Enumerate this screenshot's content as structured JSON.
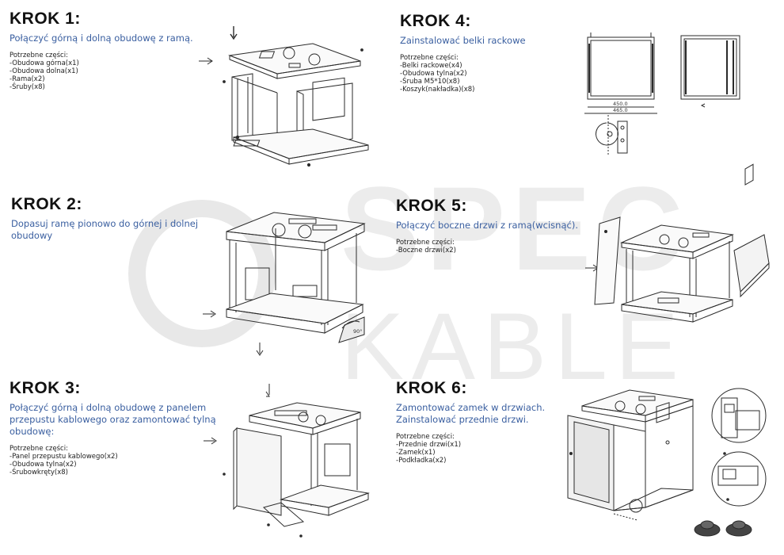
{
  "watermark": {
    "line1": "SPEC",
    "line2": "KABLE",
    "color": "#e6e6e6"
  },
  "colors": {
    "title": "#111111",
    "description": "#3a5fa0",
    "parts_text": "#222222",
    "drawing_stroke": "#2b2b2b"
  },
  "steps": [
    {
      "title": "KROK 1:",
      "description": "Połączyć górną i dolną obudowę z ramą.",
      "parts_heading": "Potrzebne części:",
      "parts": [
        "-Obudowa górna(x1)",
        "-Obudowa dolna(x1)",
        "-Rama(x2)",
        "-Śruby(x8)"
      ]
    },
    {
      "title": "KROK 2:",
      "description": "Dopasuj ramę pionowo do górnej i dolnej obudowy",
      "parts_heading": "",
      "parts": []
    },
    {
      "title": "KROK 3:",
      "description": "Połączyć górną i dolną obudowę z panelem przepustu kablowego oraz zamontować tylną obudowę:",
      "parts_heading": "Potrzebne części:",
      "parts": [
        "-Panel przepustu kablowego(x2)",
        "-Obudowa tylna(x2)",
        "-Śrubowkręty(x8)"
      ]
    },
    {
      "title": "KROK 4:",
      "description": "Zainstalować belki rackowe",
      "parts_heading": "Potrzebne części:",
      "parts": [
        "-Belki rackowe(x4)",
        "-Obudowa tylna(x2)",
        "-Śruba M5*10(x8)",
        "-Koszyk(nakładka)(x8)"
      ]
    },
    {
      "title": "KROK 5:",
      "description": "Połączyć boczne drzwi z ramą(wcisnąć).",
      "parts_heading": "Potrzebne części:",
      "parts": [
        "-Boczne drzwi(x2)"
      ]
    },
    {
      "title": "KROK 6:",
      "description": "Zamontować zamek w drzwiach. Zainstalować przednie drzwi.",
      "parts_heading": "Potrzebne części:",
      "parts": [
        "-Przednie drzwi(x1)",
        "-Zamek(x1)",
        "-Podkładka(x2)"
      ]
    }
  ],
  "figures": {
    "step2_angle": "90°",
    "step4_dimensions": [
      "450.0",
      "465.0"
    ]
  }
}
